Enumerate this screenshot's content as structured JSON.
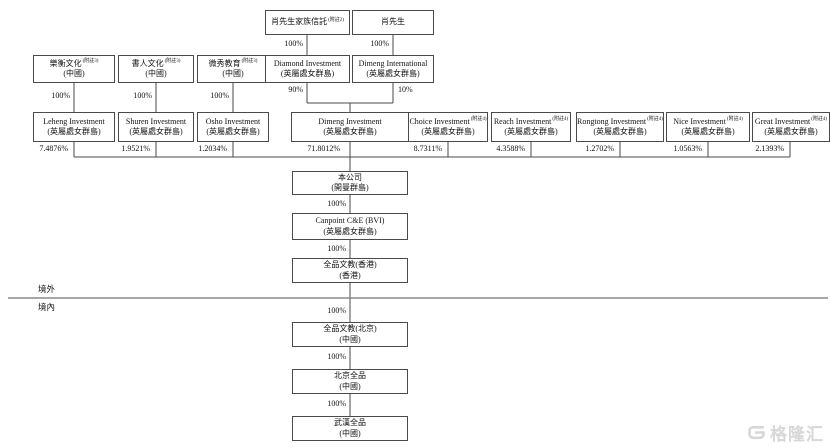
{
  "regions": {
    "offshore": "境外",
    "onshore": "境內"
  },
  "watermark": {
    "brand": "格隆汇"
  },
  "percents": {
    "trust_to_diamond": "100%",
    "xiao_to_dimeng_intl": "100%",
    "leheng_to_inv": "100%",
    "shuren_to_inv": "100%",
    "weixiu_to_inv": "100%",
    "diamond_to_dimeng_inv": "90%",
    "dimeng_intl_to_dimeng_inv": "10%",
    "company_to_canpoint_bvi": "100%",
    "canpoint_bvi_to_hk": "100%",
    "hk_to_beijing": "100%",
    "beijing_to_bjqp": "100%",
    "bjqp_to_whqp": "100%"
  },
  "shareholdings": [
    "7.4876%",
    "1.9521%",
    "1.2034%",
    "71.8012%",
    "8.7311%",
    "4.3588%",
    "1.2702%",
    "1.0563%",
    "2.1393%"
  ],
  "nodes": {
    "trust": {
      "name": "肖先生家族信託",
      "note": "(附註2)"
    },
    "xiao": {
      "name": "肖先生"
    },
    "leheng_culture": {
      "name": "樂衡文化",
      "note": "(附註3)",
      "region": "(中國)"
    },
    "shuren_culture": {
      "name": "書人文化",
      "note": "(附註3)",
      "region": "(中國)"
    },
    "weixiu_edu": {
      "name": "微秀教育",
      "note": "(附註3)",
      "region": "(中國)"
    },
    "diamond": {
      "name": "Diamond Investment",
      "region": "(英屬處女群島)"
    },
    "dimeng_intl": {
      "name": "Dimeng International",
      "region": "(英屬處女群島)"
    },
    "leheng_inv": {
      "name": "Leheng Investment",
      "region": "(英屬處女群島)"
    },
    "shuren_inv": {
      "name": "Shuren Investment",
      "region": "(英屬處女群島)"
    },
    "osho_inv": {
      "name": "Osho Investment",
      "region": "(英屬處女群島)"
    },
    "dimeng_inv": {
      "name": "Dimeng Investment",
      "region": "(英屬處女群島)"
    },
    "choice_inv": {
      "name": "Choice Investment",
      "note": "(附註4)",
      "region": "(英屬處女群島)"
    },
    "reach_inv": {
      "name": "Reach Investment",
      "note": "(附註4)",
      "region": "(英屬處女群島)"
    },
    "rongtong_inv": {
      "name": "Rongtong Investment",
      "note": "(附註4)",
      "region": "(英屬處女群島)"
    },
    "nice_inv": {
      "name": "Nice Investment",
      "note": "(附註4)",
      "region": "(英屬處女群島)"
    },
    "great_inv": {
      "name": "Great Investment",
      "note": "(附註4)",
      "region": "(英屬處女群島)"
    },
    "company": {
      "name": "本公司",
      "region": "(開曼群島)"
    },
    "canpoint_bvi": {
      "name": "Canpoint C&E (BVI)",
      "region": "(英屬處女群島)"
    },
    "canpoint_hk": {
      "name": "全品文教(香港)",
      "region": "(香港)"
    },
    "canpoint_bj": {
      "name": "全品文教(北京)",
      "region": "(中國)"
    },
    "bj_quanpin": {
      "name": "北京全品",
      "region": "(中國)"
    },
    "wh_quanpin": {
      "name": "武漢全品",
      "region": "(中國)"
    }
  }
}
